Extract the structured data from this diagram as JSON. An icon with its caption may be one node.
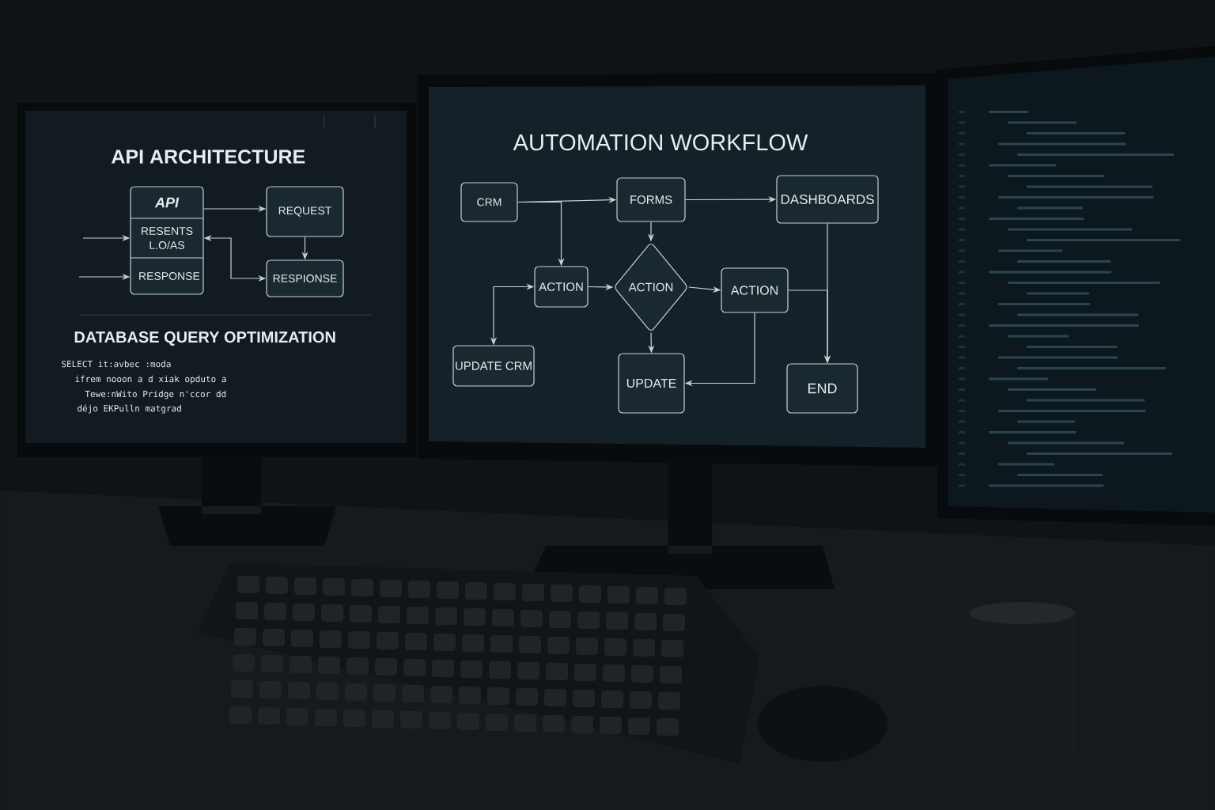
{
  "diagram": {
    "nodes": [
      {
        "text": [
          "API",
          "RESENTS L.O/AS",
          "RESPONSE"
        ]
      },
      {
        "text": [
          "REQUEST"
        ]
      },
      {
        "text": [
          "RESPIONSE"
        ]
      },
      {
        "text": [
          "CRM"
        ]
      },
      {
        "text": [
          "FORMS"
        ]
      },
      {
        "text": [
          "DASHBOARDS"
        ]
      },
      {
        "text": [
          "ACTION"
        ]
      },
      {
        "text": [
          "ACTION"
        ]
      },
      {
        "text": [
          "ACTION"
        ]
      },
      {
        "text": [
          "UPDATE CRM"
        ]
      },
      {
        "text": [
          "UPDATE"
        ]
      },
      {
        "text": [
          "END"
        ]
      }
    ],
    "edges": [
      {
        "from": 0,
        "to": 1,
        "arrow": "to"
      },
      {
        "from": 1,
        "to": 2,
        "arrow": "to"
      },
      {
        "from": 0,
        "to": 2,
        "arrow": "both"
      },
      {
        "from": null,
        "to": 0,
        "arrow": "to"
      },
      {
        "from": null,
        "to": 0,
        "arrow": "to"
      },
      {
        "from": 3,
        "to": 4,
        "arrow": "to"
      },
      {
        "from": 3,
        "to": 6,
        "arrow": "to"
      },
      {
        "from": 4,
        "to": 5,
        "arrow": "to"
      },
      {
        "from": 4,
        "to": 7,
        "arrow": "to"
      },
      {
        "from": 6,
        "to": 7,
        "arrow": "to"
      },
      {
        "from": 7,
        "to": 8,
        "arrow": "to"
      },
      {
        "from": 7,
        "to": 10,
        "arrow": "to"
      },
      {
        "from": 8,
        "to": 10,
        "arrow": "to"
      },
      {
        "from": 5,
        "to": 11,
        "arrow": "to"
      },
      {
        "from": 8,
        "to": 11,
        "arrow": "to"
      },
      {
        "from": 9,
        "to": 6,
        "arrow": "both"
      }
    ],
    "labels": [
      "API ARCHITECTURE",
      "AUTOMATION WORKFLOW",
      "DATABASE QUERY OPTIMIZATION",
      "SELECT it:avbec :moda",
      "ifrem nooon a d xiak opduto a",
      "Tewe:nWito Pridge n'ccor dd",
      "déjo EKPulln matgrad"
    ]
  }
}
